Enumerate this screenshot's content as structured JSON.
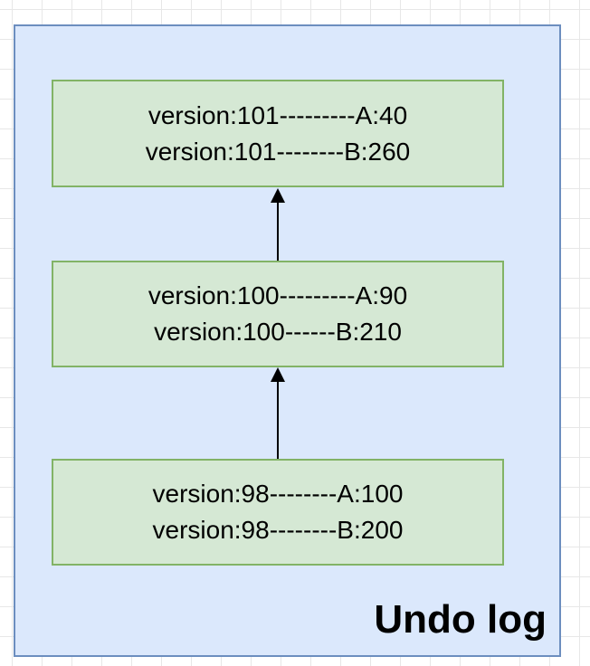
{
  "diagram": {
    "title": "Undo log",
    "colors": {
      "container_fill": "#dbe8fc",
      "container_border": "#6c8ebf",
      "record_fill": "#d5e8d4",
      "record_border": "#82b366",
      "arrow": "#000000",
      "text": "#000000",
      "grid_line": "#e7e7e7",
      "canvas_background": "#ffffff"
    },
    "undo_records": [
      {
        "lines": [
          "version:101---------A:40",
          "version:101--------B:260"
        ]
      },
      {
        "lines": [
          "version:100---------A:90",
          "version:100------B:210"
        ]
      },
      {
        "lines": [
          "version:98--------A:100",
          "version:98--------B:200"
        ]
      }
    ],
    "arrows": [
      {
        "direction": "up",
        "from": "record-v100",
        "to": "record-v101"
      },
      {
        "direction": "up",
        "from": "record-v98",
        "to": "record-v100"
      }
    ]
  }
}
